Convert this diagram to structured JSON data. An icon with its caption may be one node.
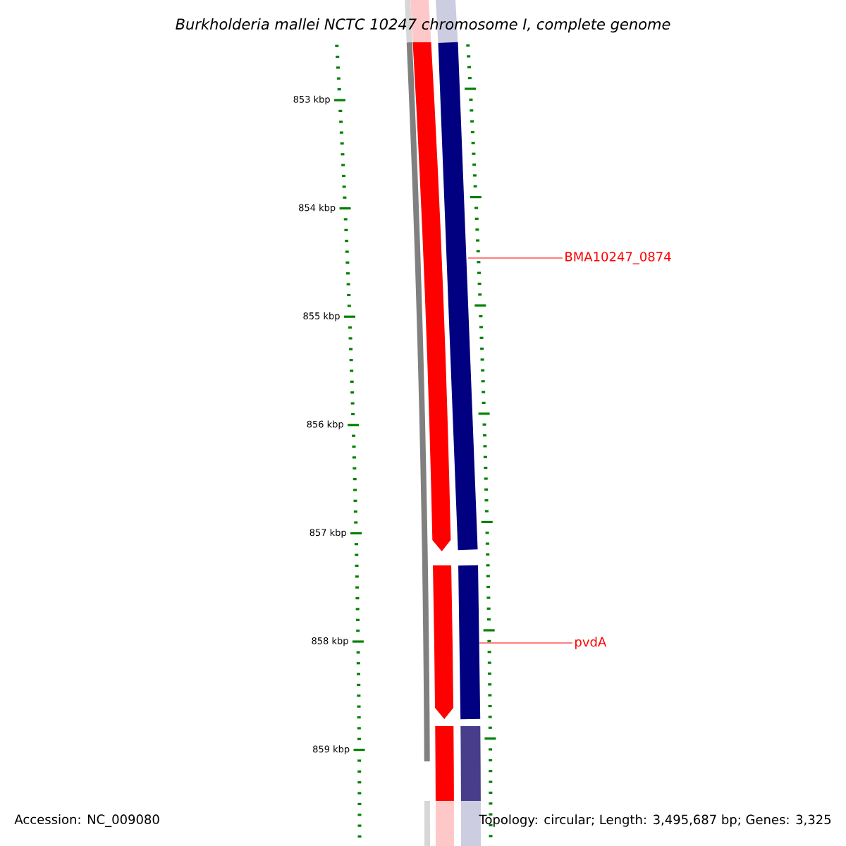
{
  "diagram": {
    "title": "Burkholderia mallei NCTC 10247 chromosome I, complete genome",
    "nodes": [
      {
        "text": [
          "BMA10247_0874"
        ]
      },
      {
        "text": [],
        "shape": "bar"
      },
      {
        "text": [
          "pvdA"
        ]
      },
      {
        "text": [],
        "shape": "bar"
      }
    ],
    "edges": [
      {
        "from": 0,
        "to": 1,
        "arrow": "none"
      },
      {
        "from": 2,
        "to": 3,
        "arrow": "none"
      }
    ],
    "labels": [
      "853 kbp",
      "854 kbp",
      "855 kbp",
      "856 kbp",
      "857 kbp",
      "858 kbp",
      "859 kbp",
      "Accession: NC_009080",
      "Topology: circular; Length: 3,495,687 bp; Genes: 3,325"
    ]
  }
}
